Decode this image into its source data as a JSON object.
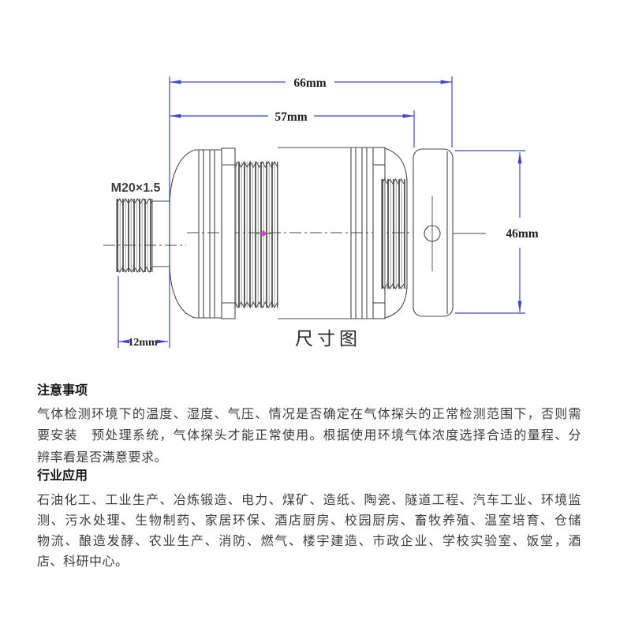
{
  "diagram": {
    "labels": {
      "dim_66": "66mm",
      "dim_57": "57mm",
      "dim_46": "46mm",
      "dim_12": "12mm",
      "thread_spec": "M20×1.5",
      "caption": "尺寸图"
    },
    "colors": {
      "dimension_blue": "#4245c9",
      "outline_gray": "#4a4a4a",
      "snap_magenta": "#dd3fd0",
      "snap_green": "#3fae3f"
    }
  },
  "sections": [
    {
      "heading": "注意事项",
      "lines": [
        "气体检测环境下的温度、湿度、气压、情况是否确定在气体探头的正常检测范围下，否则需",
        "要安装　预处理系统，气体探头才能正常使用。根据使用环境气体浓度选择合适的量程、分",
        "辨率看是否满意要求。"
      ]
    },
    {
      "heading": "行业应用",
      "lines": [
        "石油化工、工业生产、冶炼锻造、电力、煤矿、造纸、陶瓷、隧道工程、汽车工业、环境监",
        "测、污水处理、生物制药、家居环保、酒店厨房、校园厨房、畜牧养殖、温室培育、仓储",
        "物流、酿造发酵、农业生产、消防、燃气、楼宇建造、市政企业、学校实验室、饭堂，酒",
        "店、科研中心。"
      ]
    }
  ]
}
